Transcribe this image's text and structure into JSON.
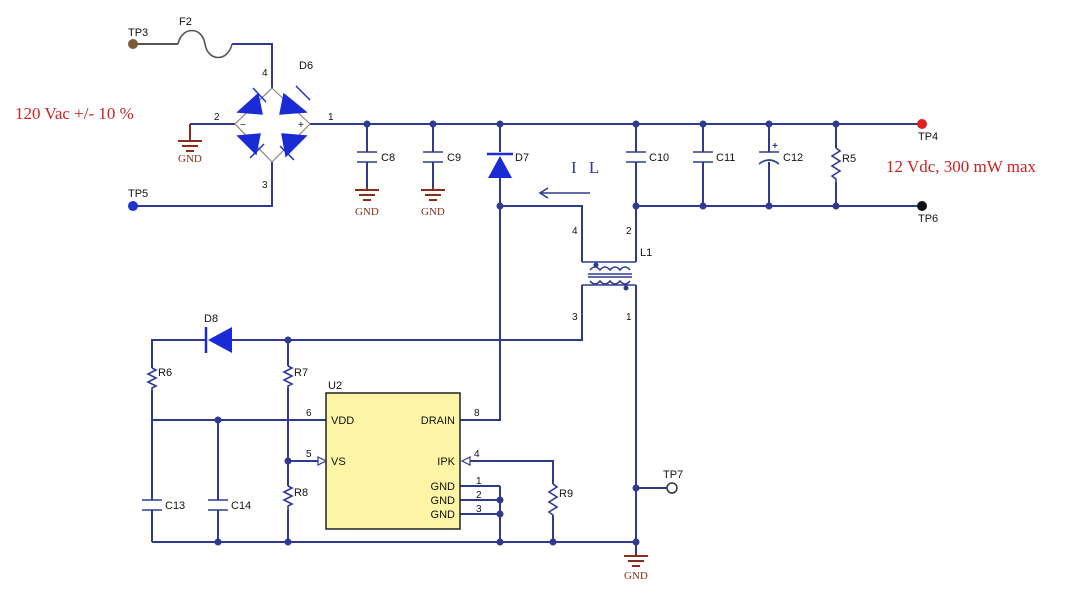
{
  "annotations": {
    "input": "120 Vac +/- 10 %",
    "output": "12 Vdc, 300 mW max",
    "current": "I L"
  },
  "test_points": {
    "tp3": "TP3",
    "tp4": "TP4",
    "tp5": "TP5",
    "tp6": "TP6",
    "tp7": "TP7"
  },
  "components": {
    "f2": "F2",
    "d6": "D6",
    "d7": "D7",
    "d8": "D8",
    "c8": "C8",
    "c9": "C9",
    "c10": "C10",
    "c11": "C11",
    "c12": "C12",
    "c13": "C13",
    "c14": "C14",
    "r5": "R5",
    "r6": "R6",
    "r7": "R7",
    "r8": "R8",
    "r9": "R9",
    "l1": "L1",
    "u2": "U2"
  },
  "ground_label": "GND",
  "ic_u2": {
    "left_pins": [
      {
        "num": "6",
        "name": "VDD"
      },
      {
        "num": "5",
        "name": "VS"
      }
    ],
    "right_pins": [
      {
        "num": "8",
        "name": "DRAIN"
      },
      {
        "num": "4",
        "name": "IPK"
      },
      {
        "num": "1",
        "name": "GND"
      },
      {
        "num": "2",
        "name": "GND"
      },
      {
        "num": "3",
        "name": "GND"
      }
    ]
  },
  "pin_numbers": {
    "d6_top": "4",
    "d6_left": "2",
    "d6_right": "1",
    "d6_bottom": "3",
    "d6_minus": "−",
    "d6_plus": "+",
    "l1_p4": "4",
    "l1_p2": "2",
    "l1_p3": "3",
    "l1_p1": "1",
    "c12_plus": "+"
  },
  "colors": {
    "wire": "#2f3a8f",
    "ground": "#8b2b1a",
    "annotation": "#cc2222",
    "diode_fill": "#1a2bd6",
    "ic_fill": "#fdf5a6",
    "tp_red": "#e02020",
    "tp_black": "#111111",
    "tp_blue": "#2233cc",
    "tp_brown": "#7a5a3a"
  }
}
